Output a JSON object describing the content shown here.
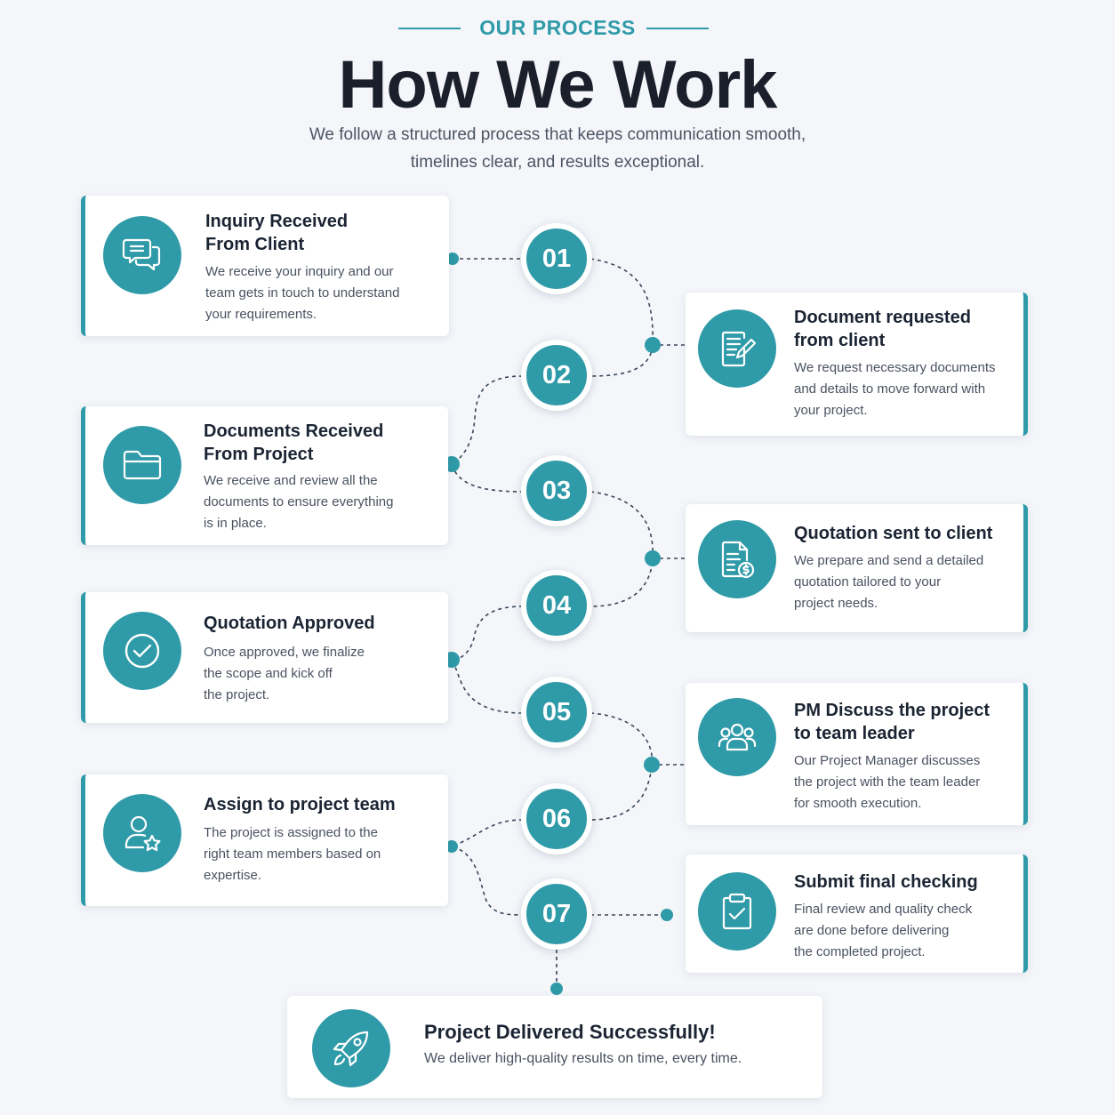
{
  "header": {
    "eyebrow": "OUR PROCESS",
    "title": "How We Work",
    "subtitle": "We follow a structured process that keeps communication smooth, timelines clear, and results exceptional."
  },
  "steps": [
    {
      "number": "01",
      "title_line1": "Inquiry Received",
      "title_line2": "From Client",
      "icon": "chat-bubbles-icon",
      "desc": [
        "We receive your inquiry and our",
        "team gets in touch to understand",
        "your requirements."
      ]
    },
    {
      "number": "02",
      "title_line1": "Document requested",
      "title_line2": "from client",
      "icon": "document-edit-icon",
      "desc": [
        "We request necessary documents",
        "and details to move forward with",
        "your project."
      ]
    },
    {
      "number": "03",
      "title_line1": "Documents Received",
      "title_line2": "From Project",
      "icon": "folder-icon",
      "desc": [
        "We receive and review all the",
        "documents to ensure everything",
        "is in place."
      ]
    },
    {
      "number": "04",
      "title_line1": "Quotation sent to client",
      "title_line2": "",
      "icon": "invoice-dollar-icon",
      "desc": [
        "We prepare and send a detailed",
        "quotation tailored to your",
        "project needs."
      ]
    },
    {
      "number": "05",
      "title_line1": "Quotation Approved",
      "title_line2": "",
      "icon": "check-circle-icon",
      "desc": [
        "Once approved, we finalize",
        "the scope and kick off",
        "the project."
      ]
    },
    {
      "number": "06",
      "title_line1": "PM Discuss the project",
      "title_line2": "to team leader",
      "icon": "team-icon",
      "desc": [
        "Our Project Manager discusses",
        "the project with the team leader",
        "for smooth execution."
      ]
    },
    {
      "number": "07",
      "title_line1": "Assign to project team",
      "title_line2": "",
      "icon": "user-star-icon",
      "desc": [
        "The project is assigned to the",
        "right team members based on",
        "expertise."
      ]
    },
    {
      "number": "",
      "title_line1": "Submit final checking",
      "title_line2": "",
      "icon": "clipboard-check-icon",
      "desc": [
        "Final review and quality check",
        "are done before delivering",
        "the completed project."
      ]
    }
  ],
  "final": {
    "title": "Project Delivered Successfully!",
    "desc": "We deliver high-quality results on time, every time.",
    "icon": "rocket-icon"
  },
  "colors": {
    "accent": "#2f9aa8",
    "background": "#f4f6fa",
    "heading": "#1a1f2b"
  }
}
